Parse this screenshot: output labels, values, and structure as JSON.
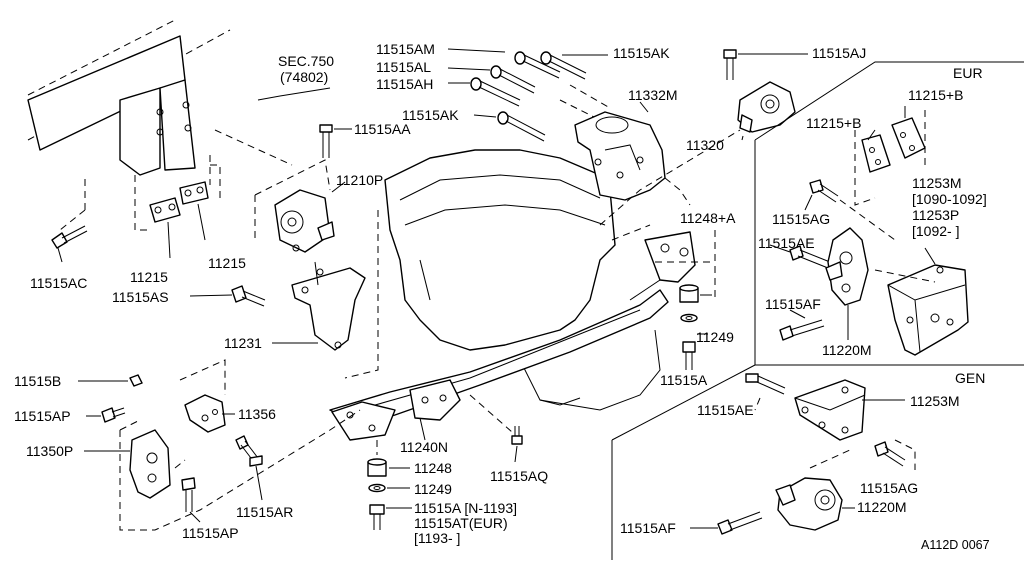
{
  "diagram": {
    "code": "A112D 0067",
    "sections": {
      "eur": "EUR",
      "gen": "GEN"
    },
    "sec_ref": {
      "line1": "SEC.750",
      "line2": "(74802)"
    },
    "labels": {
      "p11515AM": "11515AM",
      "p11515AL": "11515AL",
      "p11515AH": "11515AH",
      "p11515AK_top": "11515AK",
      "p11515AK_mid": "11515AK",
      "p11515AJ": "11515AJ",
      "p11332M": "11332M",
      "p11320": "11320",
      "p11215B_a": "11215+B",
      "p11215B_b": "11215+B",
      "p11253M_eur": "11253M",
      "p11253M_eur_range": "[1090-1092]",
      "p11253P": "11253P",
      "p11253P_range": "[1092-     ]",
      "p11515AG_eur": "11515AG",
      "p11515AE_eur": "11515AE",
      "p11515AF_eur": "11515AF",
      "p11220M_eur": "11220M",
      "p11248A": "11248+A",
      "p11249_upper": "11249",
      "p11515A_upper": "11515A",
      "p11515AA": "11515AA",
      "p11210P": "11210P",
      "p11215_a": "11215",
      "p11215_b": "11215",
      "p11515AC": "11515AC",
      "p11515AS": "11515AS",
      "p11231": "11231",
      "p11515B": "11515B",
      "p11515AP_a": "11515AP",
      "p11356": "11356",
      "p11350P": "11350P",
      "p11515AR": "11515AR",
      "p11515AP_b": "11515AP",
      "p11240N": "11240N",
      "p11515AQ": "11515AQ",
      "p11248": "11248",
      "p11249": "11249",
      "p11515A_lower": "11515A [N-1193]",
      "p11515AT": "11515AT(EUR)",
      "p11515AT_range": "[1193-     ]",
      "p11515AE_gen": "11515AE",
      "p11253M_gen": "11253M",
      "p11515AG_gen": "11515AG",
      "p11515AF_gen": "11515AF",
      "p11220M_gen": "11220M"
    }
  }
}
